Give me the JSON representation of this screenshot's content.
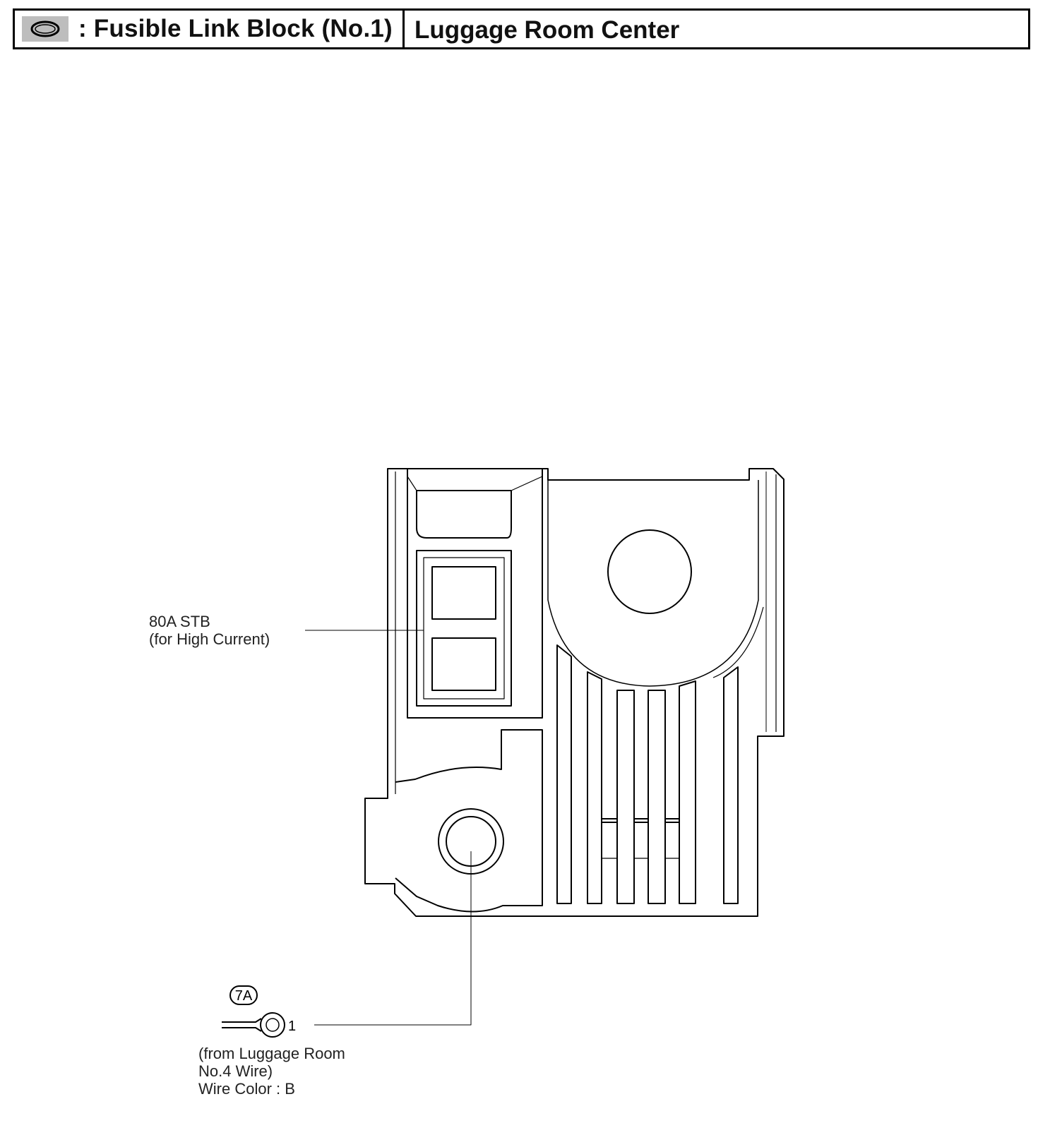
{
  "header": {
    "icon": "fusible-link-connector-icon",
    "title": ": Fusible Link Block (No.1)",
    "location": "Luggage Room Center"
  },
  "callouts": {
    "fuse_line1": "80A STB",
    "fuse_line2": "(for High Current)"
  },
  "connector": {
    "code": "7A",
    "terminal": "1",
    "note_line1": "(from Luggage Room",
    "note_line2": "No.4 Wire)",
    "wire_color": "Wire Color : B"
  }
}
